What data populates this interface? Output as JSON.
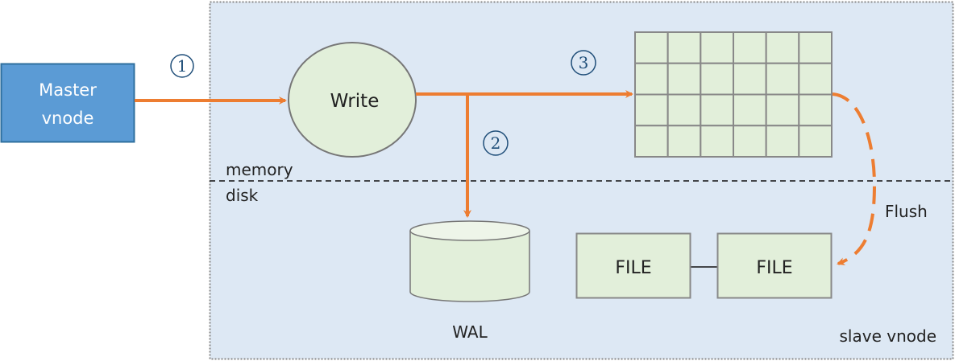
{
  "master": {
    "label_line1": "Master",
    "label_line2": "vnode"
  },
  "steps": {
    "step1": "1",
    "step2": "2",
    "step3": "3"
  },
  "write": {
    "label": "Write"
  },
  "regions": {
    "memory": "memory",
    "disk": "disk"
  },
  "wal": {
    "label": "WAL"
  },
  "files": [
    {
      "label": "FILE"
    },
    {
      "label": "FILE"
    }
  ],
  "flush": {
    "label": "Flush"
  },
  "container": {
    "label": "slave vnode"
  },
  "memtable": {
    "rows": 4,
    "cols": 6
  },
  "colors": {
    "arrow": "#ed7d31",
    "master_fill": "#5b9bd5",
    "node_fill": "#e2efda",
    "container_fill": "#dde8f4",
    "step_number": "#1f4e79"
  }
}
